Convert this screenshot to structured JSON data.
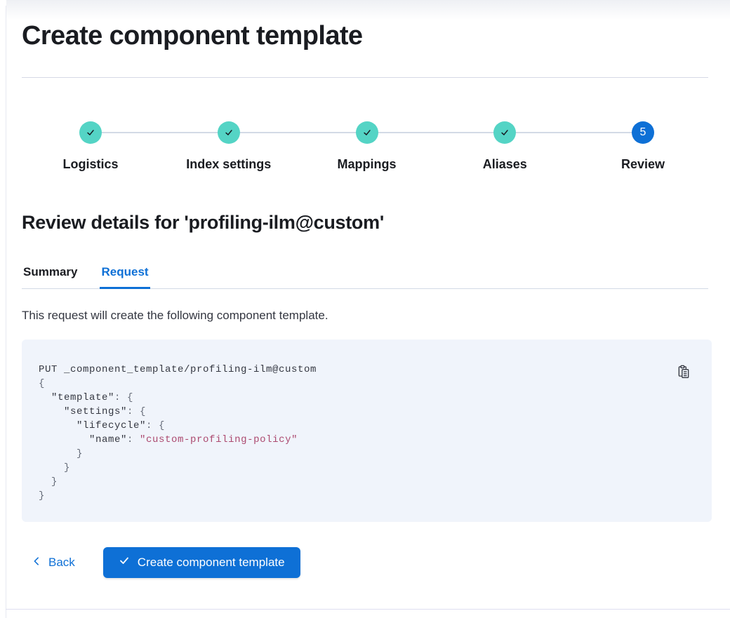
{
  "colors": {
    "primary_blue": "#0E70D6",
    "success_teal": "#54D4C5",
    "text_dark": "#1A1C21",
    "text_body": "#343741",
    "divider": "#D6D9E6",
    "code_background": "#F0F4FB",
    "code_string": "#AC4A70",
    "code_punctuation": "#646A77"
  },
  "page": {
    "title": "Create component template"
  },
  "stepper": {
    "steps": [
      {
        "label": "Logistics",
        "status": "complete"
      },
      {
        "label": "Index settings",
        "status": "complete"
      },
      {
        "label": "Mappings",
        "status": "complete"
      },
      {
        "label": "Aliases",
        "status": "complete"
      },
      {
        "label": "Review",
        "status": "current",
        "number": "5"
      }
    ]
  },
  "review": {
    "heading": "Review details for 'profiling-ilm@custom'",
    "tabs": [
      {
        "label": "Summary",
        "active": false
      },
      {
        "label": "Request",
        "active": true
      }
    ],
    "description": "This request will create the following component template."
  },
  "code_block": {
    "copy_icon": "copy-clipboard-icon",
    "lines": [
      [
        {
          "t": "PUT _component_template/profiling-ilm@custom",
          "c": "plain"
        }
      ],
      [
        {
          "t": "{",
          "c": "punct"
        }
      ],
      [
        {
          "t": "  \"template\"",
          "c": "key"
        },
        {
          "t": ": ",
          "c": "punct"
        },
        {
          "t": "{",
          "c": "punct"
        }
      ],
      [
        {
          "t": "    \"settings\"",
          "c": "key"
        },
        {
          "t": ": ",
          "c": "punct"
        },
        {
          "t": "{",
          "c": "punct"
        }
      ],
      [
        {
          "t": "      \"lifecycle\"",
          "c": "key"
        },
        {
          "t": ": ",
          "c": "punct"
        },
        {
          "t": "{",
          "c": "punct"
        }
      ],
      [
        {
          "t": "        \"name\"",
          "c": "key"
        },
        {
          "t": ": ",
          "c": "punct"
        },
        {
          "t": "\"custom-profiling-policy\"",
          "c": "string"
        }
      ],
      [
        {
          "t": "      }",
          "c": "punct"
        }
      ],
      [
        {
          "t": "    }",
          "c": "punct"
        }
      ],
      [
        {
          "t": "  }",
          "c": "punct"
        }
      ],
      [
        {
          "t": "}",
          "c": "punct"
        }
      ]
    ]
  },
  "footer": {
    "back_label": "Back",
    "submit_label": "Create component template"
  }
}
